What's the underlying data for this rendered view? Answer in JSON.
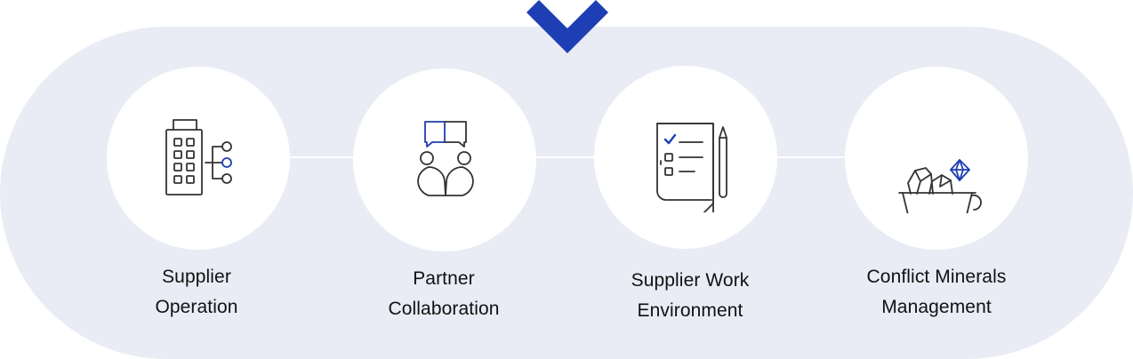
{
  "items": [
    {
      "line1": "Supplier",
      "line2": "Operation",
      "icon": "building-org-icon"
    },
    {
      "line1": "Partner",
      "line2": "Collaboration",
      "icon": "chat-people-icon"
    },
    {
      "line1": "Supplier Work",
      "line2": "Environment",
      "icon": "checklist-pencil-icon"
    },
    {
      "line1": "Conflict Minerals",
      "line2": "Management",
      "icon": "mine-cart-icon"
    }
  ],
  "colors": {
    "accent": "#1d3fb3",
    "band": "#e9ecf4",
    "stroke": "#333333"
  }
}
